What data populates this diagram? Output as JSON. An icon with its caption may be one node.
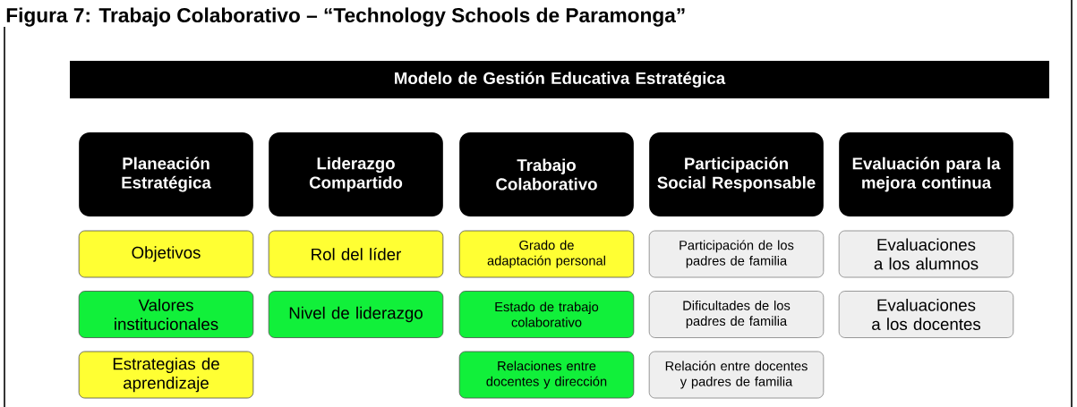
{
  "diagram": {
    "title": "Figura 7: Trabajo Colaborativo – “Technology Schools de Paramonga”",
    "nodes": [
      {
        "text": [
          "Modelo de Gestión Educativa Estratégica"
        ]
      },
      {
        "text": [
          "Planeación Estratégica"
        ]
      },
      {
        "text": [
          "Liderazgo Compartido"
        ]
      },
      {
        "text": [
          "Trabajo Colaborativo"
        ]
      },
      {
        "text": [
          "Participación Social Responsable"
        ]
      },
      {
        "text": [
          "Evaluación para la mejora continua"
        ]
      },
      {
        "text": [
          "Objetivos"
        ]
      },
      {
        "text": [
          "Rol del líder"
        ]
      },
      {
        "text": [
          "Grado de adaptación personal"
        ]
      },
      {
        "text": [
          "Participación de los padres de familia"
        ]
      },
      {
        "text": [
          "Evaluaciones a los alumnos"
        ]
      },
      {
        "text": [
          "Valores institucionales"
        ]
      },
      {
        "text": [
          "Nivel de liderazgo"
        ]
      },
      {
        "text": [
          "Estado de trabajo colaborativo"
        ]
      },
      {
        "text": [
          "Dificultades de los padres de familia"
        ]
      },
      {
        "text": [
          "Evaluaciones a los docentes"
        ]
      },
      {
        "text": [
          "Estrategias de aprendizaje"
        ]
      },
      {
        "text": [
          "Relaciones entre docentes y dirección"
        ]
      },
      {
        "text": [
          "Relación entre docentes y padres de familia"
        ]
      }
    ]
  }
}
